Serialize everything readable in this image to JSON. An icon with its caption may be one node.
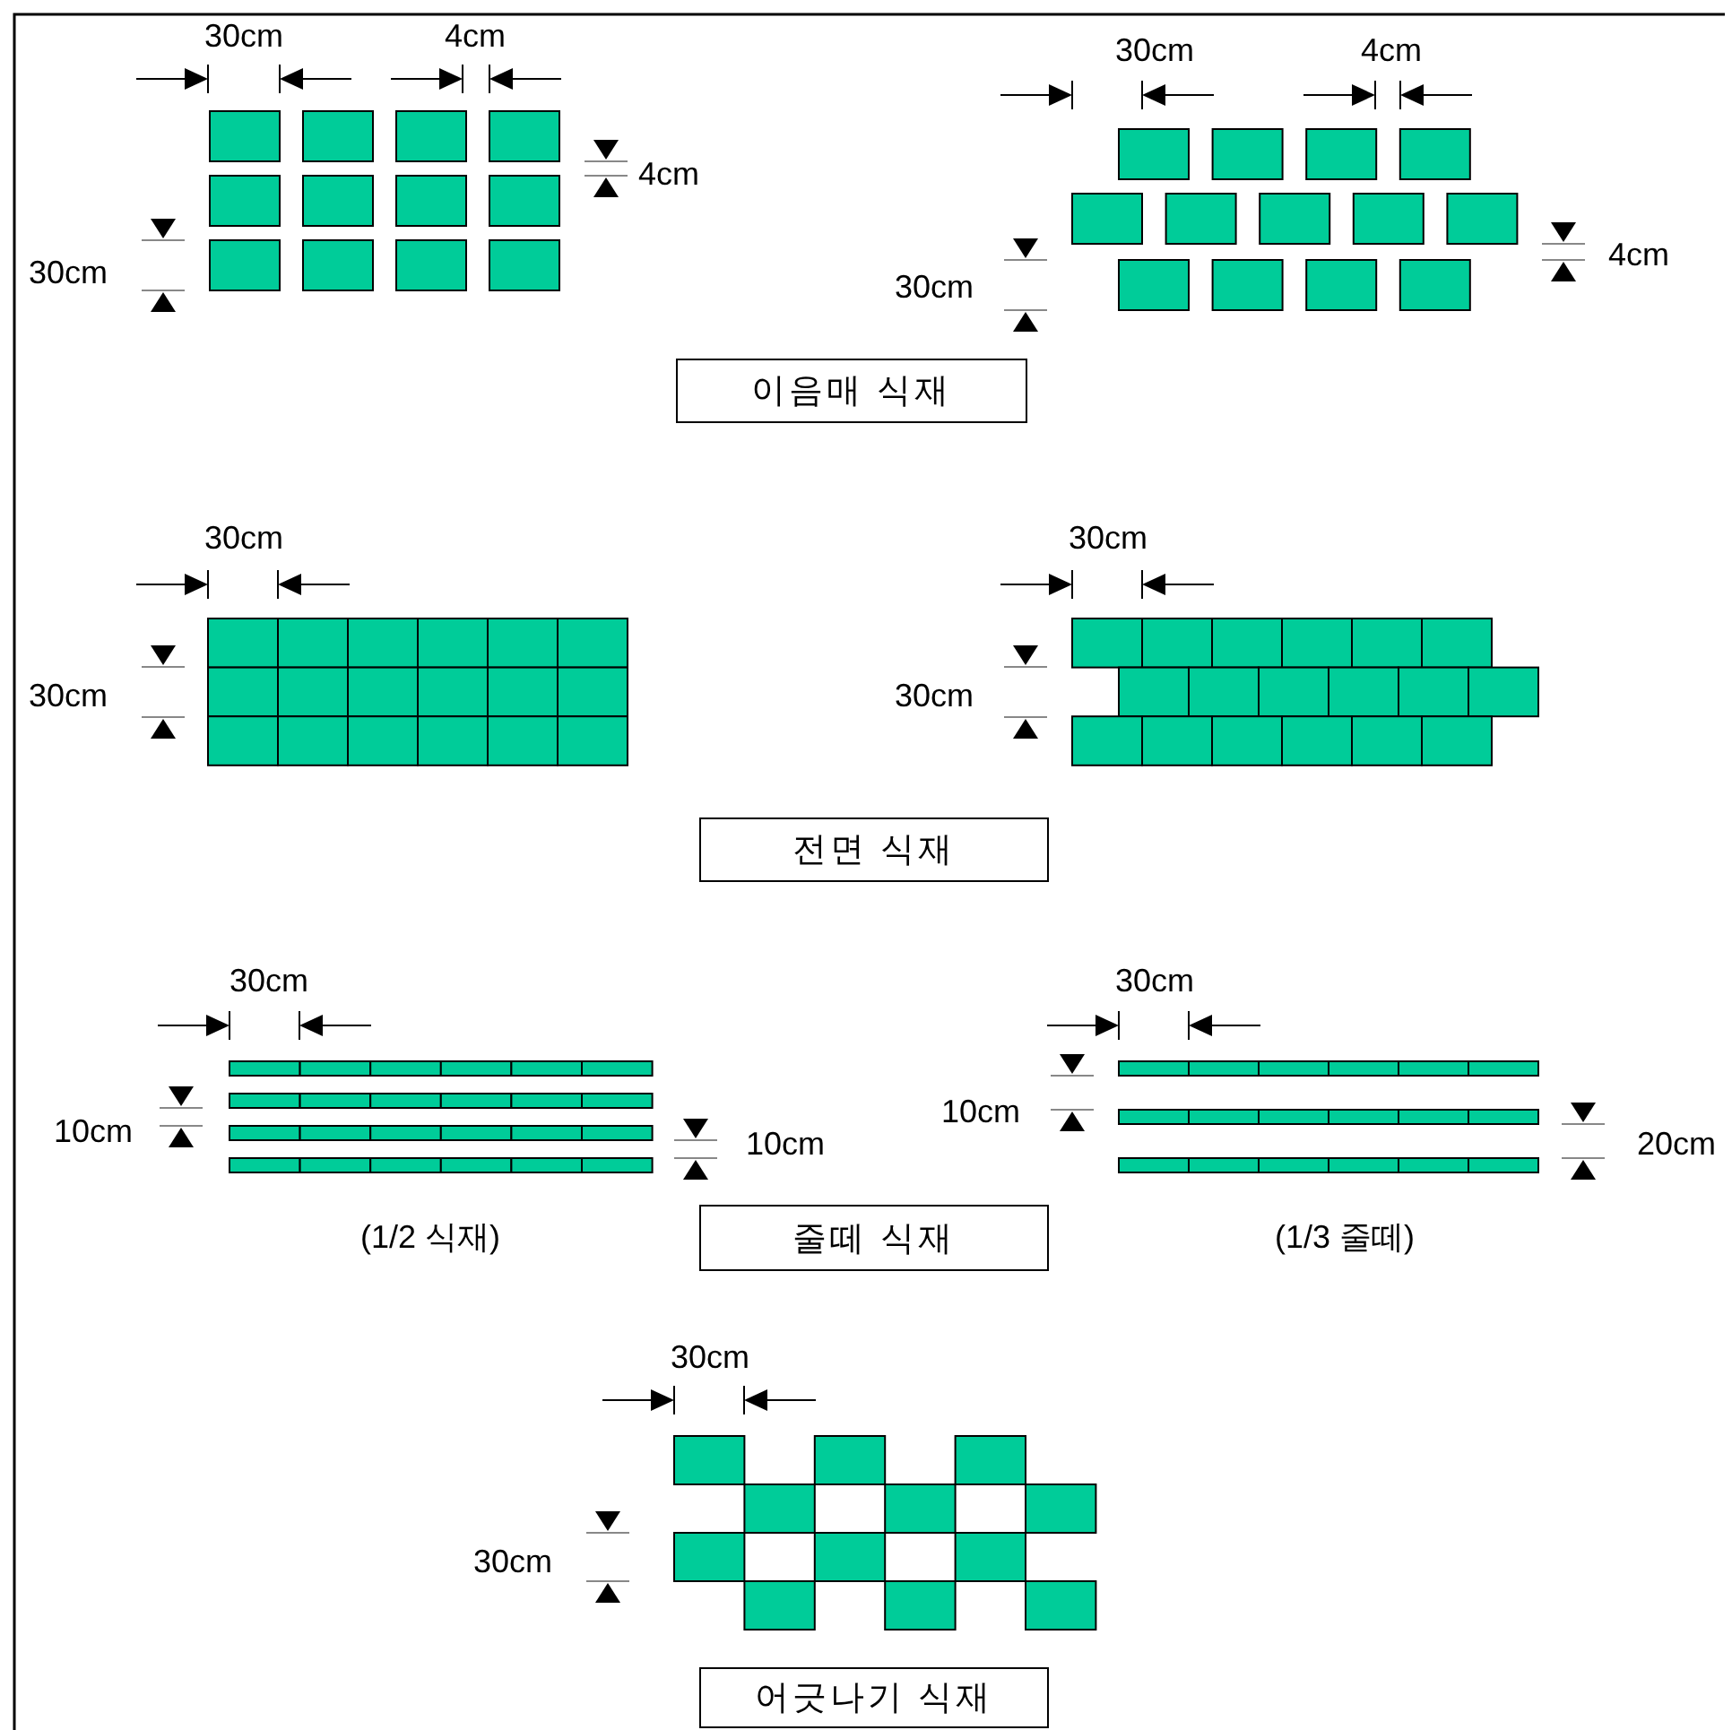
{
  "diagram": {
    "nodes": [
      {
        "text": [
          "이음매 식재"
        ]
      },
      {
        "text": [
          "전면 식재"
        ]
      },
      {
        "text": [
          "줄떼 식재"
        ]
      },
      {
        "text": [
          "어긋나기 식재"
        ]
      }
    ],
    "labels": [
      "30cm",
      "4cm",
      "30cm",
      "4cm",
      "4cm",
      "30cm",
      "30cm",
      "4cm",
      "30cm",
      "30cm",
      "30cm",
      "30cm",
      "30cm",
      "30cm",
      "10cm",
      "10cm",
      "10cm",
      "20cm",
      "(1/2 식재)",
      "(1/3 줄떼)",
      "30cm",
      "30cm"
    ]
  }
}
